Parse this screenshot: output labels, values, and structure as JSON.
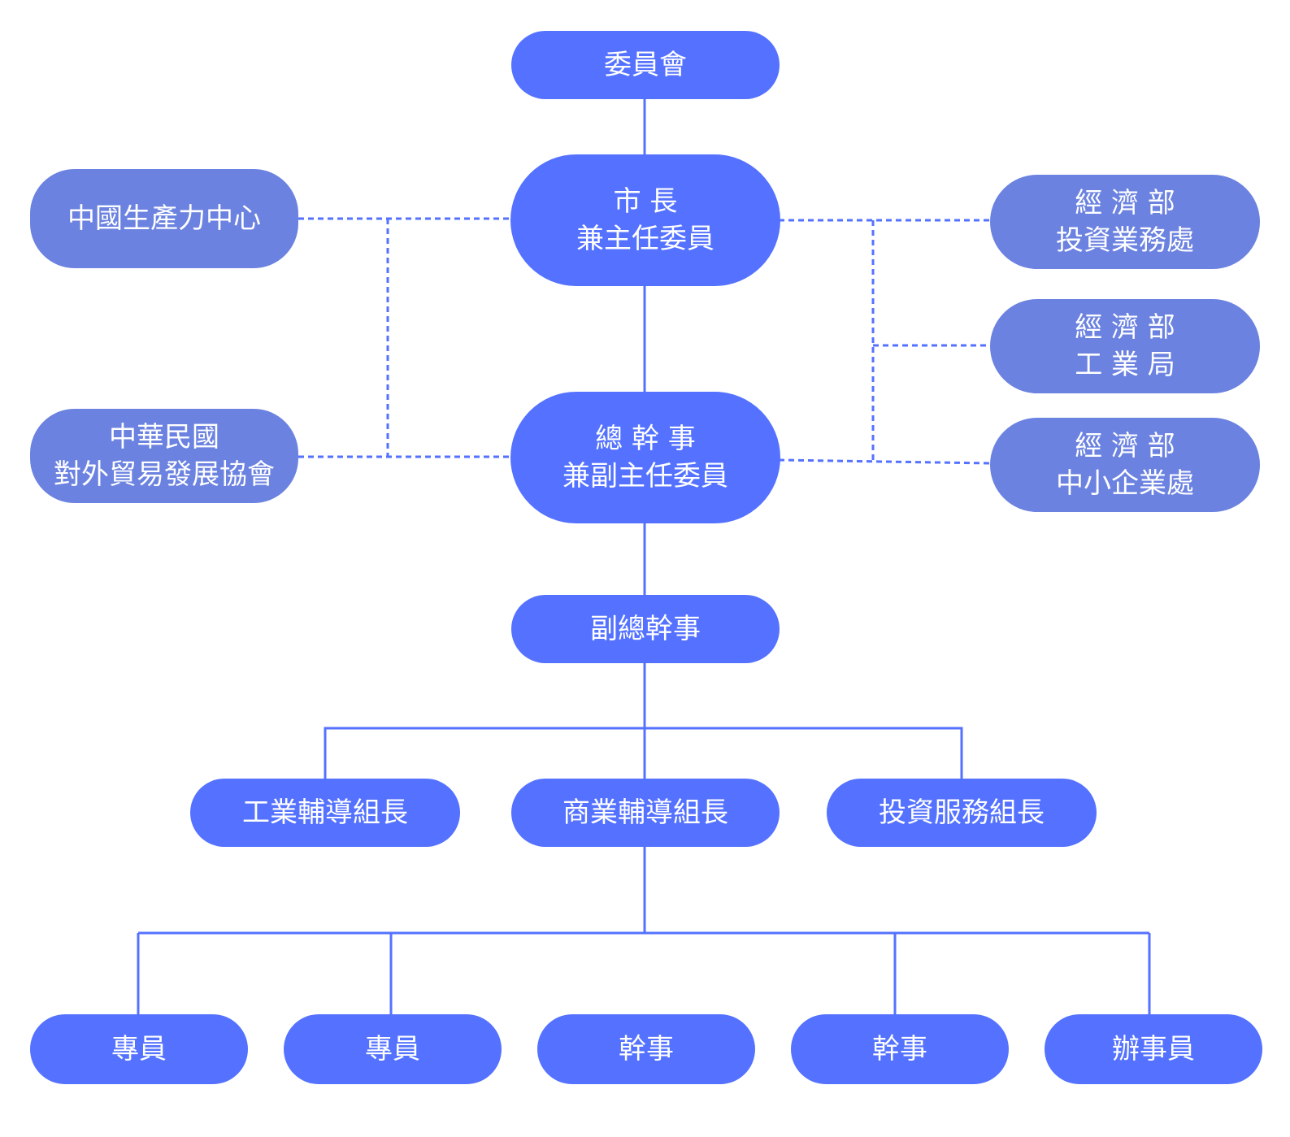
{
  "colors": {
    "primary_node": "#5472ff",
    "secondary_node": "#6b82e0",
    "line": "#5472ff",
    "text": "#ffffff"
  },
  "nodes": {
    "committee": {
      "lines": [
        "委員會"
      ]
    },
    "mayor": {
      "lines": [
        "市 長",
        "兼主任委員"
      ]
    },
    "secretary_general": {
      "lines": [
        "總 幹 事",
        "兼副主任委員"
      ]
    },
    "deputy_secretary_general": {
      "lines": [
        "副總幹事"
      ]
    },
    "productivity_center": {
      "lines": [
        "中國生產力中心"
      ]
    },
    "trade_association": {
      "lines": [
        "中華民國",
        "對外貿易發展協會"
      ]
    },
    "moea_investment": {
      "lines": [
        "經 濟 部",
        "投資業務處"
      ]
    },
    "moea_industry": {
      "lines": [
        "經 濟 部",
        "工 業 局"
      ]
    },
    "moea_sme": {
      "lines": [
        "經 濟 部",
        "中小企業處"
      ]
    },
    "industry_group": {
      "lines": [
        "工業輔導組長"
      ]
    },
    "commerce_group": {
      "lines": [
        "商業輔導組長"
      ]
    },
    "investment_group": {
      "lines": [
        "投資服務組長"
      ]
    },
    "specialist_1": {
      "lines": [
        "專員"
      ]
    },
    "specialist_2": {
      "lines": [
        "專員"
      ]
    },
    "officer_1": {
      "lines": [
        "幹事"
      ]
    },
    "officer_2": {
      "lines": [
        "幹事"
      ]
    },
    "clerk": {
      "lines": [
        "辦事員"
      ]
    }
  }
}
